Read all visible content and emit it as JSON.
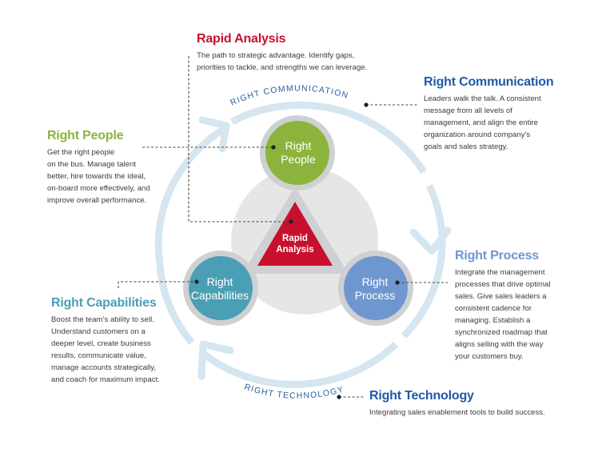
{
  "colors": {
    "rapid_analysis": "#c8102e",
    "communication": "#1f5aa6",
    "people": "#8cb43c",
    "process": "#6f96cf",
    "capabilities": "#4a9fb5",
    "technology": "#1f5aa6",
    "ring": "#d6e6f0",
    "node_halo": "#cfd0d2",
    "hub": "#e6e6e6"
  },
  "blocks": {
    "rapid_analysis": {
      "title": "Rapid Analysis",
      "lines": [
        "The path to strategic advantage. Identify gaps,",
        "priorities to tackle, and strengths we can leverage."
      ]
    },
    "communication": {
      "title": "Right Communication",
      "lines": [
        "Leaders walk the talk. A consistent",
        "message from all levels of",
        "management, and align the entire",
        "organization around company’s",
        "goals and sales strategy."
      ]
    },
    "people": {
      "title": "Right People",
      "lines": [
        "Get the right people",
        "on the bus. Manage talent",
        "better, hire towards the ideal,",
        "on-board more effectively, and",
        "improve overall performance."
      ]
    },
    "process": {
      "title": "Right Process",
      "lines": [
        "Integrate the management",
        "processes that drive optimal",
        "sales. Give sales leaders a",
        "consistent cadence for",
        "managing. Establish a",
        "synchronized roadmap that",
        "aligns selling with the way",
        "your customers buy."
      ]
    },
    "capabilities": {
      "title": "Right Capabilities",
      "lines": [
        "Boost the team’s ability to sell.",
        "Understand customers on a",
        "deeper level, create business",
        "results, communicate value,",
        "manage accounts strategically,",
        "and coach for maximum impact."
      ]
    },
    "technology": {
      "title": "Right Technology",
      "lines": [
        "Integrating sales enablement tools to build success."
      ]
    }
  },
  "nodes": {
    "people": [
      "Right",
      "People"
    ],
    "capabilities": [
      "Right",
      "Capabilities"
    ],
    "process": [
      "Right",
      "Process"
    ],
    "center": [
      "Rapid",
      "Analysis"
    ]
  },
  "ring_labels": {
    "top": "RIGHT COMMUNICATION",
    "bottom": "RIGHT TECHNOLOGY"
  }
}
